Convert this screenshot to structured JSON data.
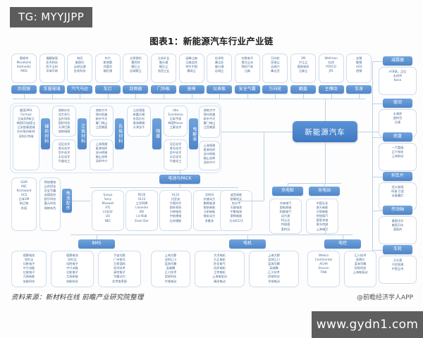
{
  "watermarks": {
    "telegram_badge": "TG: MYYJJPP",
    "site": "www.gydn1.com"
  },
  "header": {
    "title": "图表1：新能源汽车行业产业链"
  },
  "footer": {
    "source": "资料来源：新材料在线  前瞻产业研究院整理",
    "attribution": "@前瞻经济学人APP"
  },
  "center": {
    "label": "新能源汽车"
  },
  "colors": {
    "pill_from": "#6fa3dd",
    "pill_to": "#4f86c9",
    "card_border": "#cfdcec",
    "card_text": "#4a6a92",
    "connector": "#bcd0e4",
    "badge_bg": "#5c5c5c",
    "watermark_bg": "#5e5e5e",
    "canvas": "#fdfdfd"
  },
  "top_row": {
    "pills": [
      "后视镜",
      "车窗玻璃",
      "汽气马达",
      "车灯",
      "刮雨器",
      "门饰板",
      "座椅",
      "仪表板",
      "安全气囊",
      "万向轮",
      "翻盖",
      "主傳动",
      "车身"
    ],
    "cards": [
      [
        "意格特",
        "Murakami",
        "Kalmedio",
        "MOS"
      ],
      [
        "福耀玻璃",
        "亚杰科技",
        "西子玉材",
        "洋海华南"
      ],
      [
        "林风",
        "美国Gr",
        "云帆远通",
        "金奕科技"
      ],
      [
        "布力",
        "斯普雷",
        "兆富克",
        "佛伦通"
      ],
      [
        "太原塑料",
        "惠科特",
        "模压立",
        "远域赛立"
      ],
      [
        "江苏矿业",
        "佛分通",
        "模压立",
        "浙西工业"
      ],
      [
        "延峰江森",
        "江森自控",
        "李尔中国",
        "模高立"
      ],
      [
        "信泽利",
        "弗吉亚",
        "佛分通",
        "远域立"
      ],
      [
        "均胜电子",
        "奥托立夫",
        "锦恒汽车",
        "江森"
      ],
      [
        "万向轮",
        "奇瑞立",
        "远域兴",
        "弗吉亚"
      ],
      [
        "3M",
        "沪江立",
        "德昌电机",
        "江森立"
      ],
      [
        "Wellman",
        "杜邦",
        "POSCO",
        "JFE"
      ],
      [
        "宝钢",
        "鞍钢",
        "UGS",
        "首钢"
      ]
    ]
  },
  "left_column": {
    "section_labels": [
      "辅助材料",
      "正极材料",
      "负极材料",
      "隔膜",
      "电解液"
    ],
    "cards": [
      [
        "美国3MIL",
        "Formoli",
        "日本JSR新日",
        "韩国GS加德士",
        "江苏国泰超威",
        "杉杉股份新材",
        "深圳贝特瑞"
      ],
      [
        "湖南杉杉",
        "北大先行",
        "当升科技",
        "国轩科技",
        "天津巴莫",
        "湖南瑞翔"
      ],
      [
        "月臣化学",
        "青岛化学",
        "信中化学",
        "丰运化学",
        "华盛化工"
      ],
      [
        "湖南大中",
        "锦州凯美",
        "新乡中天",
        "厦门南山",
        "江西紫宸"
      ],
      [
        "上海恩捷",
        "星源材质",
        "沧州明珠",
        "佛山金辉",
        "深圳中兴"
      ],
      [
        "江苏国泰",
        "新疆天赐",
        "东莞杉杉",
        "珠海赛威",
        "天津金牛"
      ],
      [
        "Ube",
        "Sumitomo",
        "日本宇部",
        "韩国Panax",
        "三菱化学"
      ]
    ]
  },
  "mid_section": {
    "label": "电池与PACK",
    "groups": [
      {
        "header": "电芯厂商",
        "cards": [
          [
            "Sanyo",
            "Sony",
            "Maxwell",
            "ATL",
            "LG化学",
            "LIU",
            "NEC"
          ],
          [
            "PEVE",
            "A123",
            "三洋四牌",
            "Lieandel",
            "SKI",
            "Lis Ni本",
            "Enerl Der"
          ],
          [
            "A123",
            "比亚迪",
            "宁德时代",
            "国轩高科",
            "力神电池",
            "中航锂电",
            "亿纬锂能"
          ],
          [
            "沃特玛",
            "妙盛动力",
            "鹏辉能源",
            "智航新能",
            "卡耐新能",
            "微宏动力",
            "多氟多"
          ],
          [
            "波音新能",
            "超威创元",
            "哈光宇",
            "天能电池",
            "中聚电池",
            "桑顿新能",
            "万向A123"
          ]
        ]
      }
    ]
  },
  "left_mid": {
    "label": "电池配件",
    "cards": [
      [
        "SGM",
        "MIC",
        "Kirchword",
        "UCS",
        "日本3M",
        "新日铁",
        "东丽"
      ],
      [
        "铜箔镍箔",
        "山东招金",
        "灵宝华鑫",
        "诺德股份",
        "超华科技",
        "嘉元科技",
        "铜陵有色"
      ]
    ]
  },
  "bottom_row": {
    "sections": [
      {
        "header": "BMS",
        "cards": [
          [
            "德赛电池",
            "欣旺达",
            "均胜电子",
            "中兴派能",
            "亿能电子",
            "力高新能",
            "协能科技"
          ],
          [
            "宁波均胜",
            "广州智光",
            "万帮德和",
            "科列技术",
            "高特电子",
            "华霆动力",
            "北京普莱德"
          ]
        ]
      },
      {
        "header": "电机",
        "cards": [
          [
            "大洋电机",
            "方正电机",
            "卧龙电气",
            "信质电机",
            "江特电机",
            "上海电驱动",
            "精进电动"
          ],
          [
            "上海大郡",
            "深圳汇川",
            "蓝海华腾",
            "英威腾",
            "汇川技术",
            "欣锐科技",
            "华域电动"
          ]
        ]
      },
      {
        "header": "电控",
        "cards": [
          [
            "Webco",
            "Continental",
            "ACHA",
            "Sevcon",
            "TAW"
          ],
          [
            "汇川技术",
            "英搏尔",
            "蓝海华腾",
            "欣锐科技",
            "上海电驱动"
          ]
        ]
      }
    ]
  },
  "charging": {
    "pills": [
      "充电桩",
      "充电站"
    ],
    "cards": [
      [
        "许继电气",
        "国电南瑞",
        "和顺电气",
        "动力源",
        "科士达",
        "特锐德",
        "奥特迅"
      ],
      [
        "中国石化",
        "普天新能",
        "万帮新能",
        "特锐德汽",
        "星星充电",
        "青岛特锐",
        "上海电巴"
      ]
    ]
  },
  "right_column": {
    "items": [
      {
        "pill": "减震器",
        "cards": [
          [
            "eYB高，正红",
            "永进传",
            "Kone"
          ]
        ]
      },
      {
        "pill": "驱动",
        "cards": [
          [
            "丰满杯",
            "国特百",
            "吕建"
          ]
        ]
      },
      {
        "pill": "底盘",
        "cards": [
          [
            "一汽富维",
            "正兴车轮",
            "上海耐动"
          ]
        ]
      },
      {
        "pill": "刹车片",
        "cards": [
          [
            "信义玻璃",
            "阿基·巴里",
            "永泰藏尼"
          ]
        ]
      },
      {
        "pill": "传动轴",
        "cards": [
          [
            "美国沃尔",
            "美国万向",
            "湿饭的"
          ]
        ]
      },
      {
        "pill": "车轮",
        "cards": [
          [
            "万丰奥",
            "兴民智通",
            "中国立市"
          ]
        ]
      }
    ]
  }
}
